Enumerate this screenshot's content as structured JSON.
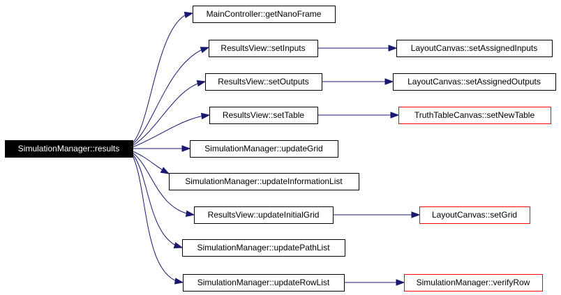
{
  "diagram": {
    "colors": {
      "edge": "#191970",
      "node_border": "#000000",
      "truncated_border": "#ff0000",
      "root_fill": "#000000",
      "root_text": "#ffffff",
      "background": "#ffffff"
    },
    "nodes": [
      {
        "id": "sm_results",
        "label": "SimulationManager::results",
        "kind": "root"
      },
      {
        "id": "mc_getnanoframe",
        "label": "MainController::getNanoFrame",
        "kind": "normal"
      },
      {
        "id": "rv_setinputs",
        "label": "ResultsView::setInputs",
        "kind": "normal"
      },
      {
        "id": "rv_setoutputs",
        "label": "ResultsView::setOutputs",
        "kind": "normal"
      },
      {
        "id": "rv_settable",
        "label": "ResultsView::setTable",
        "kind": "normal"
      },
      {
        "id": "sm_updategrid",
        "label": "SimulationManager::updateGrid",
        "kind": "normal"
      },
      {
        "id": "sm_updateinformationlist",
        "label": "SimulationManager::updateInformationList",
        "kind": "normal"
      },
      {
        "id": "rv_updateinitialgrid",
        "label": "ResultsView::updateInitialGrid",
        "kind": "normal"
      },
      {
        "id": "sm_updatepathlist",
        "label": "SimulationManager::updatePathList",
        "kind": "normal"
      },
      {
        "id": "sm_updaterowlist",
        "label": "SimulationManager::updateRowList",
        "kind": "normal"
      },
      {
        "id": "lc_setassignedinputs",
        "label": "LayoutCanvas::setAssignedInputs",
        "kind": "normal"
      },
      {
        "id": "lc_setassignedoutputs",
        "label": "LayoutCanvas::setAssignedOutputs",
        "kind": "normal"
      },
      {
        "id": "ttc_setnewtable",
        "label": "TruthTableCanvas::setNewTable",
        "kind": "truncated"
      },
      {
        "id": "lc_setgrid",
        "label": "LayoutCanvas::setGrid",
        "kind": "truncated"
      },
      {
        "id": "sm_verifyrow",
        "label": "SimulationManager::verifyRow",
        "kind": "truncated"
      }
    ],
    "edges": [
      {
        "from": "sm_results",
        "to": "mc_getnanoframe"
      },
      {
        "from": "sm_results",
        "to": "rv_setinputs"
      },
      {
        "from": "sm_results",
        "to": "rv_setoutputs"
      },
      {
        "from": "sm_results",
        "to": "rv_settable"
      },
      {
        "from": "sm_results",
        "to": "sm_updategrid"
      },
      {
        "from": "sm_results",
        "to": "sm_updateinformationlist"
      },
      {
        "from": "sm_results",
        "to": "rv_updateinitialgrid"
      },
      {
        "from": "sm_results",
        "to": "sm_updatepathlist"
      },
      {
        "from": "sm_results",
        "to": "sm_updaterowlist"
      },
      {
        "from": "rv_setinputs",
        "to": "lc_setassignedinputs"
      },
      {
        "from": "rv_setoutputs",
        "to": "lc_setassignedoutputs"
      },
      {
        "from": "rv_settable",
        "to": "ttc_setnewtable"
      },
      {
        "from": "rv_updateinitialgrid",
        "to": "lc_setgrid"
      },
      {
        "from": "sm_updaterowlist",
        "to": "sm_verifyrow"
      }
    ]
  }
}
